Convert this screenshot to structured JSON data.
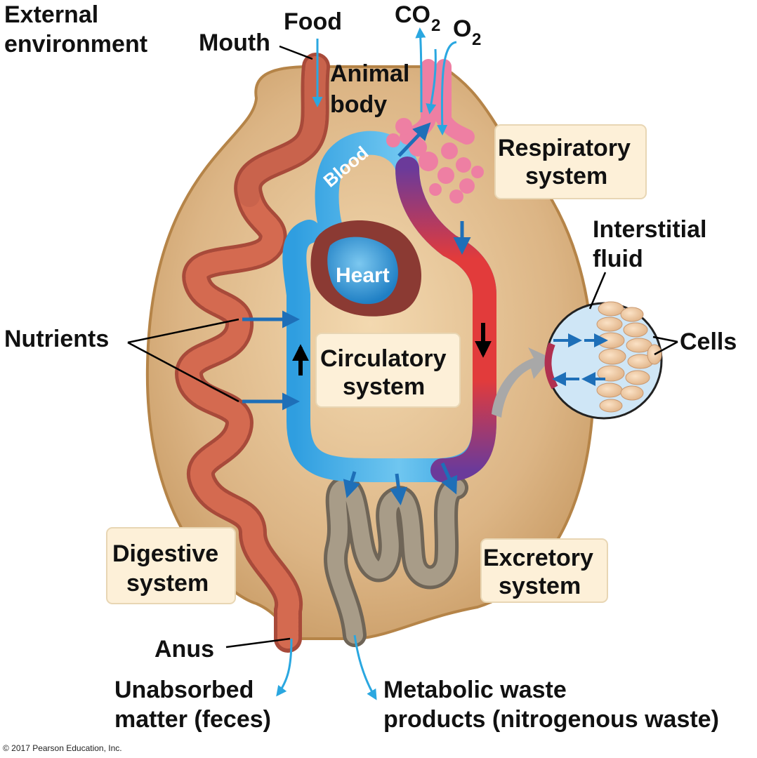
{
  "labels": {
    "external_environment": [
      "External",
      "environment"
    ],
    "food": "Food",
    "mouth": "Mouth",
    "co2": "CO",
    "co2_sub": "2",
    "o2": "O",
    "o2_sub": "2",
    "animal_body": [
      "Animal",
      "body"
    ],
    "blood": "Blood",
    "heart": "Heart",
    "respiratory_system": [
      "Respiratory",
      "system"
    ],
    "interstitial_fluid": [
      "Interstitial",
      "fluid"
    ],
    "nutrients": "Nutrients",
    "cells": "Cells",
    "circulatory_system": [
      "Circulatory",
      "system"
    ],
    "digestive_system": [
      "Digestive",
      "system"
    ],
    "excretory_system": [
      "Excretory",
      "system"
    ],
    "anus": "Anus",
    "unabsorbed_matter": [
      "Unabsorbed",
      "matter (feces)"
    ],
    "metabolic_waste": [
      "Metabolic waste",
      "products (nitrogenous waste)"
    ],
    "copyright": "© 2017 Pearson Education, Inc."
  },
  "colors": {
    "body_fill": "#d2aa78",
    "body_stroke": "#b8864a",
    "gut": "#c9634c",
    "blood_oxygenated": "#3aa7e3",
    "blood_deoxygenated": "#6b3a9a",
    "blood_red": "#e13a3a",
    "heart_dark": "#8b3a33",
    "lung": "#ee7fa3",
    "kidney": "#8e8373",
    "arrow_blue": "#1e6fb8",
    "arrow_cyan": "#2aa7e0"
  }
}
